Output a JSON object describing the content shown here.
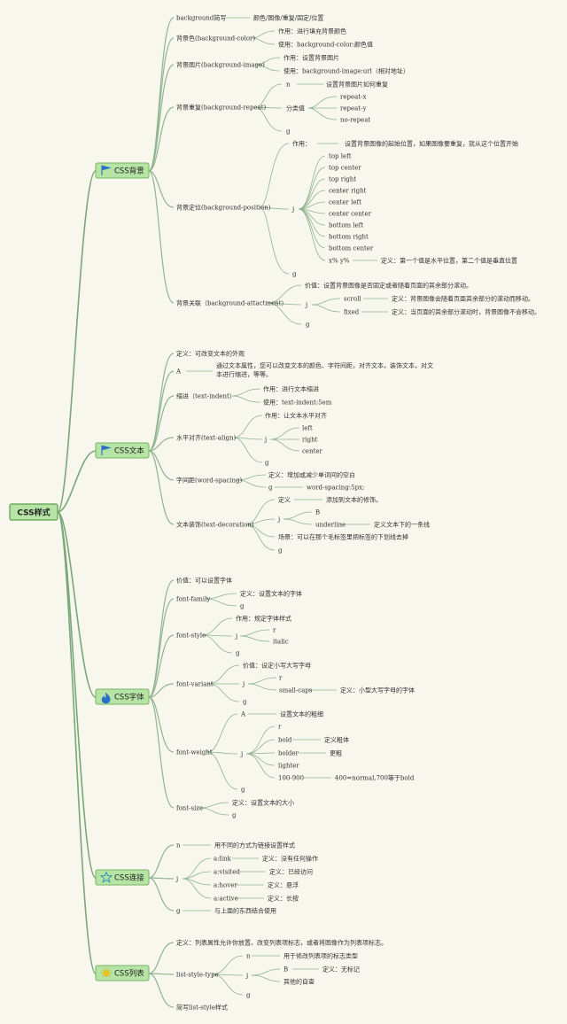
{
  "root": {
    "label": "CSS样式"
  },
  "categories": [
    {
      "key": "bg",
      "label": "CSS背景",
      "icon": "flag-icon",
      "icon_color": "#2a6fc9",
      "branches": [
        {
          "label": "background简写",
          "kids": [
            "颜色/图像/重复/固定/位置"
          ]
        },
        {
          "label": "背景色(background-color)",
          "kids": [
            "作用：进行填充背景颜色",
            "使用：background-color:颜色值"
          ]
        },
        {
          "label": "背景图片(background-image)",
          "kids": [
            "作用：设置背景图片",
            "使用：background-image:url（相对地址）"
          ]
        },
        {
          "label": "背景重复(background-repeat)",
          "kids": [
            {
              "m": "n",
              "t": "设置背景图片如何重复"
            },
            {
              "m": "分类值",
              "list": [
                "repeat-x",
                "repeat-y",
                "no-repeat"
              ]
            },
            {
              "m": "g"
            }
          ]
        },
        {
          "label": "背景定位(background-position)",
          "kids": [
            {
              "m": "作用：",
              "t": "设置背景图像的起始位置，如果图像要重复，就从这个位置开始"
            },
            {
              "m": "j",
              "list": [
                "top left",
                "top center",
                "top right",
                "center right",
                "center left",
                "center center",
                "bottom left",
                "bottom right",
                "bottom center",
                "x% y%"
              ],
              "note": "定义：第一个值是水平位置，第二个值是垂直位置"
            },
            {
              "m": "g"
            }
          ]
        },
        {
          "label": "背景关联（background-attactment）",
          "kids": [
            {
              "m": "价值：设置背景图像是否固定或者随着页面的其余部分滚动。"
            },
            {
              "m": "j",
              "pairs": [
                [
                  "scroll",
                  "定义：背景图像会随着页面其余部分的滚动而移动。"
                ],
                [
                  "fixed",
                  "定义：当页面的其余部分滚动时，背景图像不会移动。"
                ]
              ]
            },
            {
              "m": "g"
            }
          ]
        }
      ]
    },
    {
      "key": "text",
      "label": "CSS文本",
      "icon": "flag-icon",
      "icon_color": "#2a6fc9",
      "branches": [
        {
          "label": "定义：可改变文本的外观",
          "kids": []
        },
        {
          "label": "A",
          "kids": [
            "通过文本属性，您可以改变文本的颜色、字符间距，对齐文本，装饰文本，对文本进行缩进，等等。"
          ]
        },
        {
          "label": "缩进（text-indent）",
          "kids": [
            "作用：进行文本缩进",
            "使用：text-indent:5em"
          ]
        },
        {
          "label": "水平对齐(text-align)",
          "kids": [
            {
              "m": "作用：让文本水平对齐"
            },
            {
              "m": "j",
              "list": [
                "left",
                "right",
                "center"
              ]
            },
            {
              "m": "g"
            }
          ]
        },
        {
          "label": "字间距(word-spacing)",
          "kids": [
            {
              "m": "定义：增加或减少单词间的空白"
            },
            {
              "m": "g",
              "t": "word-spacing:5px;"
            }
          ]
        },
        {
          "label": "文本装饰(text-decoration)",
          "kids": [
            {
              "m": "定义",
              "t": "添加到文本的修饰。"
            },
            {
              "m": "j",
              "pairs": [
                [
                  "B",
                  ""
                ],
                [
                  "underline",
                  "定义文本下的一条线"
                ]
              ]
            },
            {
              "m": "场景：可以在那个毛标签里把标签的下划线去掉"
            },
            {
              "m": "g"
            }
          ]
        }
      ]
    },
    {
      "key": "font",
      "label": "CSS字体",
      "icon": "flame-icon",
      "icon_color": "#2a6fc9",
      "branches": [
        {
          "label": "价值：可以设置字体",
          "kids": []
        },
        {
          "label": "font-family",
          "kids": [
            {
              "m": "定义：设置文本的字体"
            },
            {
              "m": "g"
            }
          ]
        },
        {
          "label": "font-style",
          "kids": [
            {
              "m": "作用：规定字体样式"
            },
            {
              "m": "j",
              "list": [
                "r",
                "italic"
              ]
            },
            {
              "m": "g"
            }
          ]
        },
        {
          "label": "font-variant",
          "kids": [
            {
              "m": "价值：设定小写大写字母"
            },
            {
              "m": "j",
              "pairs": [
                [
                  "r",
                  ""
                ],
                [
                  "small-caps",
                  "定义：小型大写字母的字体"
                ]
              ]
            },
            {
              "m": "g"
            }
          ]
        },
        {
          "label": "font-weight",
          "kids": [
            {
              "m": "A",
              "t": "设置文本的粗细"
            },
            {
              "m": "j",
              "pairs": [
                [
                  "r",
                  ""
                ],
                [
                  "bold",
                  "定义粗体"
                ],
                [
                  "bolder",
                  "更粗"
                ],
                [
                  "lighter",
                  ""
                ],
                [
                  "100-900",
                  "400=normal,700等于bold"
                ]
              ]
            },
            {
              "m": "g"
            }
          ]
        },
        {
          "label": "font-size",
          "kids": [
            {
              "m": "定义：设置文本的大小"
            },
            {
              "m": "g"
            }
          ]
        }
      ]
    },
    {
      "key": "link",
      "label": "CSS连接",
      "icon": "star-icon",
      "icon_color": "#2a8ab8",
      "branches": [
        {
          "label": "n",
          "kids": [
            "用不同的方式为链接设置样式"
          ]
        },
        {
          "label": "j",
          "kids": [
            {
              "m": "a:link",
              "t": "定义：没有任何操作"
            },
            {
              "m": "a:visited",
              "t": "定义：已经访问"
            },
            {
              "m": "a:hover",
              "t": "定义：悬浮"
            },
            {
              "m": "a:active",
              "t": "定义：长按"
            }
          ]
        },
        {
          "label": "g",
          "kids": [
            "与上面的东西结合使用"
          ]
        }
      ]
    },
    {
      "key": "list",
      "label": "CSS列表",
      "icon": "sun-icon",
      "icon_color": "#e6c21a",
      "branches": [
        {
          "label": "定义：列表属性允许你放置、改变列表项标志，或者将图像作为列表项标志。",
          "kids": []
        },
        {
          "label": "list-style-type",
          "kids": [
            {
              "m": "n",
              "t": "用于修改列表项的标志类型"
            },
            {
              "m": "j",
              "pairs": [
                [
                  "B",
                  "定义：无标记"
                ],
                [
                  "其他的自查",
                  ""
                ]
              ]
            },
            {
              "m": "g"
            }
          ]
        },
        {
          "label": "简写list-style样式",
          "kids": []
        }
      ]
    }
  ]
}
